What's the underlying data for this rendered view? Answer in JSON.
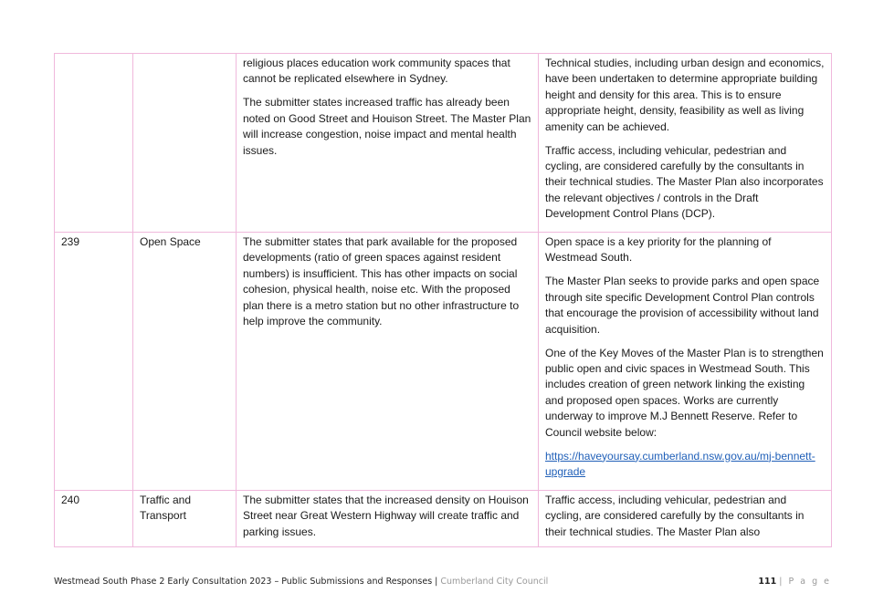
{
  "rows": [
    {
      "id": "",
      "topic": "",
      "submission": [
        "religious places education work community spaces that cannot be replicated elsewhere in Sydney.",
        "The submitter states increased traffic has already been noted on Good Street and Houison Street. The Master Plan will increase congestion, noise impact and mental health issues."
      ],
      "response": [
        "Technical studies, including urban design and economics, have been undertaken to determine appropriate building height and density for this area. This is to ensure appropriate height, density, feasibility as well as living amenity can be achieved.",
        "Traffic access, including vehicular, pedestrian and cycling, are considered carefully by the consultants in their technical studies. The Master Plan also incorporates the relevant objectives / controls in the Draft Development Control Plans (DCP)."
      ]
    },
    {
      "id": "239",
      "topic": "Open Space",
      "submission": [
        "The submitter states that park available for the proposed developments (ratio of green spaces against resident numbers) is insufficient.  This has other impacts on social cohesion, physical health, noise etc. With the proposed plan there is a metro station but no other infrastructure to help improve the community."
      ],
      "response": [
        "Open space is a key priority for the planning of Westmead South.",
        "The Master Plan seeks to provide parks and open space through site specific Development Control Plan controls that encourage the provision of accessibility without land acquisition.",
        "One of the Key Moves of the Master Plan is to strengthen public open and civic spaces in Westmead South. This includes creation of green network linking the existing and proposed open spaces. Works are currently underway to improve M.J Bennett Reserve. Refer to Council website below:"
      ],
      "response_link": "https://haveyoursay.cumberland.nsw.gov.au/mj-bennett-upgrade"
    },
    {
      "id": "240",
      "topic": "Traffic and Transport",
      "submission": [
        "The submitter states that the increased density on Houison Street near Great Western Highway will create traffic and parking issues."
      ],
      "response": [
        "Traffic access, including vehicular, pedestrian and cycling, are considered carefully by the consultants in their technical studies. The Master Plan also"
      ]
    }
  ],
  "footer": {
    "document_title": "Westmead South Phase 2 Early Consultation 2023 – Public Submissions and Responses",
    "separator": "|",
    "council": "Cumberland City Council",
    "page_number": "111",
    "page_label": "| P a g e"
  }
}
